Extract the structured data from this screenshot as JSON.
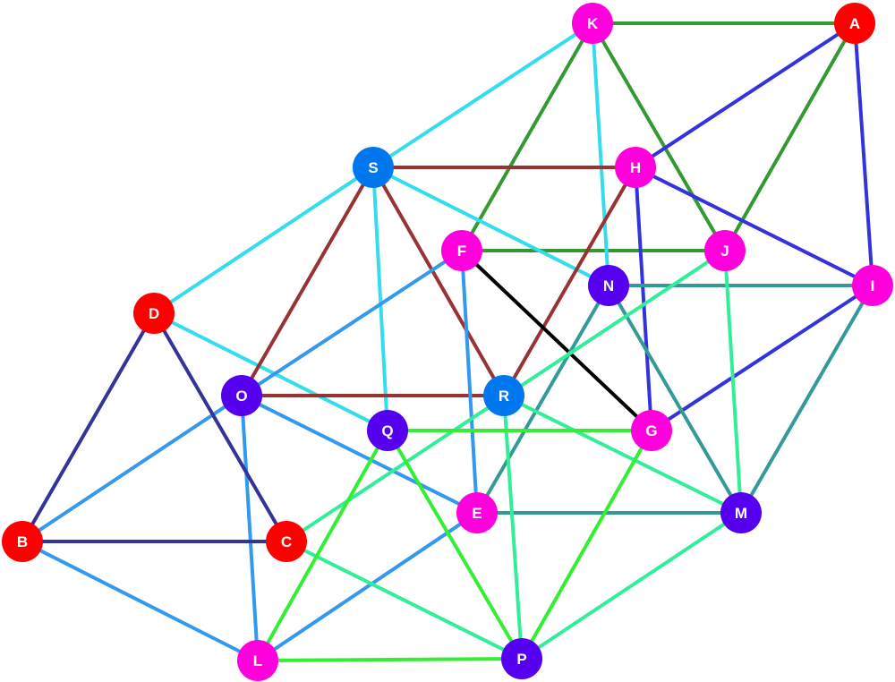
{
  "colors": {
    "red": "#ff0000",
    "magenta": "#ff00dd",
    "violet": "#5500ee",
    "blue": "#0077ee",
    "label": "#ffffff"
  },
  "nodes": [
    {
      "id": "A",
      "label": "A",
      "color": "#ff0000"
    },
    {
      "id": "B",
      "label": "B",
      "color": "#ff0000"
    },
    {
      "id": "C",
      "label": "C",
      "color": "#ff0000"
    },
    {
      "id": "D",
      "label": "D",
      "color": "#ff0000"
    },
    {
      "id": "E",
      "label": "E",
      "color": "#ff00dd"
    },
    {
      "id": "F",
      "label": "F",
      "color": "#ff00dd"
    },
    {
      "id": "G",
      "label": "G",
      "color": "#ff00dd"
    },
    {
      "id": "H",
      "label": "H",
      "color": "#ff00dd"
    },
    {
      "id": "I",
      "label": "I",
      "color": "#ff00dd"
    },
    {
      "id": "J",
      "label": "J",
      "color": "#ff00dd"
    },
    {
      "id": "K",
      "label": "K",
      "color": "#ff00dd"
    },
    {
      "id": "L",
      "label": "L",
      "color": "#ff00dd"
    },
    {
      "id": "M",
      "label": "M",
      "color": "#5500ee"
    },
    {
      "id": "N",
      "label": "N",
      "color": "#5500ee"
    },
    {
      "id": "O",
      "label": "O",
      "color": "#5500ee"
    },
    {
      "id": "P",
      "label": "P",
      "color": "#5500ee"
    },
    {
      "id": "Q",
      "label": "Q",
      "color": "#5500ee"
    },
    {
      "id": "R",
      "label": "R",
      "color": "#0077ee"
    },
    {
      "id": "S",
      "label": "S",
      "color": "#0077ee"
    }
  ],
  "edges": [
    {
      "from": "K",
      "to": "A",
      "color": "#339933"
    },
    {
      "from": "K",
      "to": "F",
      "color": "#339933"
    },
    {
      "from": "K",
      "to": "J",
      "color": "#339933"
    },
    {
      "from": "A",
      "to": "J",
      "color": "#339933"
    },
    {
      "from": "F",
      "to": "J",
      "color": "#339933"
    },
    {
      "from": "A",
      "to": "H",
      "color": "#3333dd"
    },
    {
      "from": "A",
      "to": "I",
      "color": "#3333dd"
    },
    {
      "from": "H",
      "to": "I",
      "color": "#3333dd"
    },
    {
      "from": "H",
      "to": "G",
      "color": "#3333dd"
    },
    {
      "from": "I",
      "to": "G",
      "color": "#3333dd"
    },
    {
      "from": "K",
      "to": "S",
      "color": "#33ddee"
    },
    {
      "from": "K",
      "to": "N",
      "color": "#33ddee"
    },
    {
      "from": "S",
      "to": "D",
      "color": "#33ddee"
    },
    {
      "from": "S",
      "to": "Q",
      "color": "#33ddee"
    },
    {
      "from": "S",
      "to": "N",
      "color": "#33ddee"
    },
    {
      "from": "D",
      "to": "Q",
      "color": "#33ddee"
    },
    {
      "from": "S",
      "to": "H",
      "color": "#993333"
    },
    {
      "from": "S",
      "to": "O",
      "color": "#993333"
    },
    {
      "from": "S",
      "to": "R",
      "color": "#993333"
    },
    {
      "from": "O",
      "to": "R",
      "color": "#993333"
    },
    {
      "from": "H",
      "to": "R",
      "color": "#993333"
    },
    {
      "from": "F",
      "to": "G",
      "color": "#000000"
    },
    {
      "from": "F",
      "to": "O",
      "color": "#3399ee"
    },
    {
      "from": "F",
      "to": "E",
      "color": "#3399ee"
    },
    {
      "from": "O",
      "to": "B",
      "color": "#3399ee"
    },
    {
      "from": "O",
      "to": "L",
      "color": "#3399ee"
    },
    {
      "from": "O",
      "to": "E",
      "color": "#3399ee"
    },
    {
      "from": "B",
      "to": "L",
      "color": "#3399ee"
    },
    {
      "from": "E",
      "to": "L",
      "color": "#3399ee"
    },
    {
      "from": "D",
      "to": "B",
      "color": "#333399"
    },
    {
      "from": "D",
      "to": "C",
      "color": "#333399"
    },
    {
      "from": "B",
      "to": "C",
      "color": "#333399"
    },
    {
      "from": "N",
      "to": "I",
      "color": "#339999"
    },
    {
      "from": "N",
      "to": "E",
      "color": "#339999"
    },
    {
      "from": "N",
      "to": "M",
      "color": "#339999"
    },
    {
      "from": "I",
      "to": "M",
      "color": "#339999"
    },
    {
      "from": "E",
      "to": "M",
      "color": "#339999"
    },
    {
      "from": "J",
      "to": "C",
      "color": "#33ee99"
    },
    {
      "from": "J",
      "to": "M",
      "color": "#33ee99"
    },
    {
      "from": "R",
      "to": "M",
      "color": "#33ee99"
    },
    {
      "from": "R",
      "to": "P",
      "color": "#33ee99"
    },
    {
      "from": "C",
      "to": "P",
      "color": "#33ee99"
    },
    {
      "from": "M",
      "to": "P",
      "color": "#33ee99"
    },
    {
      "from": "Q",
      "to": "G",
      "color": "#33ee33"
    },
    {
      "from": "Q",
      "to": "L",
      "color": "#33ee33"
    },
    {
      "from": "Q",
      "to": "P",
      "color": "#33ee33"
    },
    {
      "from": "L",
      "to": "P",
      "color": "#33ee33"
    },
    {
      "from": "G",
      "to": "P",
      "color": "#33ee33"
    }
  ]
}
